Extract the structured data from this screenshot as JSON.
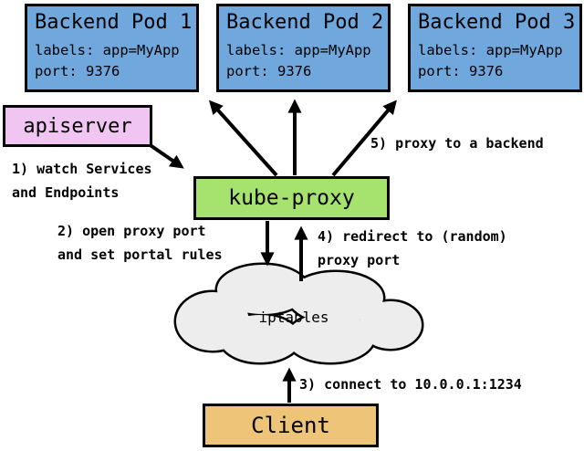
{
  "diagram": {
    "pods": [
      {
        "title": "Backend Pod 1",
        "labels_line": "labels: app=MyApp",
        "port_line": "port: 9376"
      },
      {
        "title": "Backend Pod 2",
        "labels_line": "labels: app=MyApp",
        "port_line": "port: 9376"
      },
      {
        "title": "Backend Pod 3",
        "labels_line": "labels: app=MyApp",
        "port_line": "port: 9376"
      }
    ],
    "nodes": {
      "apiserver": "apiserver",
      "kube_proxy": "kube-proxy",
      "iptables": "iptables",
      "client": "Client"
    },
    "steps": {
      "s1": "1) watch Services\nand Endpoints",
      "s2": "2) open proxy port\nand set portal rules",
      "s3": "3) connect to 10.0.0.1:1234",
      "s4": "4) redirect to (random)\nproxy port",
      "s5": "5) proxy to a backend"
    },
    "colors": {
      "pod_fill": "#70A7DD",
      "apiserver_fill": "#F1C5F1",
      "kube_proxy_fill": "#A6E36E",
      "iptables_fill": "#EDEDED",
      "client_fill": "#EDC478",
      "line": "#000000"
    }
  }
}
